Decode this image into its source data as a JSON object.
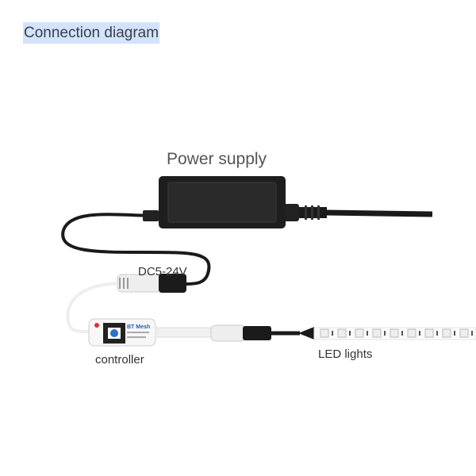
{
  "title": "Connection diagram",
  "diagram": {
    "power_supply_label": "Power supply",
    "voltage_label": "DC5-24V",
    "controller_label": "controller",
    "controller_brand": "BT Mesh",
    "led_label": "LED lights"
  }
}
